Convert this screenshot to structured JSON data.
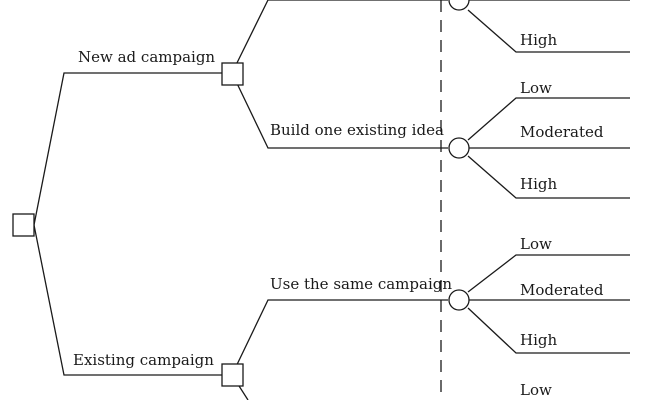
{
  "tree": {
    "first_decision": {
      "new_branch": "New ad campaign",
      "existing_branch": "Existing campaign"
    },
    "second_decision": {
      "build_branch": "Build one existing idea",
      "same_branch": "Use the same campaign"
    },
    "outcomes": {
      "high": "High",
      "low": "Low",
      "moderate": "Moderated"
    }
  }
}
